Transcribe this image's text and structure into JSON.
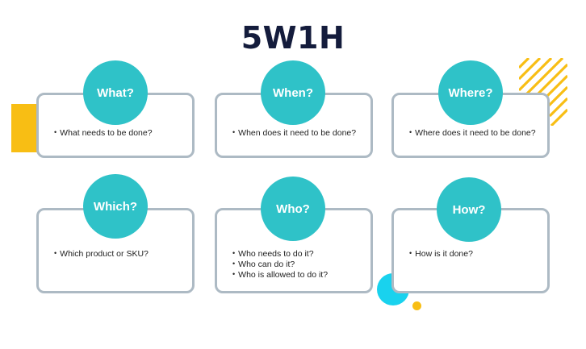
{
  "title": "5W1H",
  "colors": {
    "title": "#141c3c",
    "bubble": "#2fc2c8",
    "card_border": "#adbac4",
    "accent_yellow": "#f8be14",
    "accent_cyan": "#19d2ee"
  },
  "cards": [
    {
      "heading": "What?",
      "items": [
        "What needs to be done?"
      ]
    },
    {
      "heading": "When?",
      "items": [
        "When does it need to be done?"
      ]
    },
    {
      "heading": "Where?",
      "items": [
        "Where does it need to be done?"
      ]
    },
    {
      "heading": "Which?",
      "items": [
        "Which product or SKU?"
      ]
    },
    {
      "heading": "Who?",
      "items": [
        "Who needs to do it?",
        "Who can do it?",
        "Who is allowed to do it?"
      ]
    },
    {
      "heading": "How?",
      "items": [
        "How is it done?"
      ]
    }
  ]
}
